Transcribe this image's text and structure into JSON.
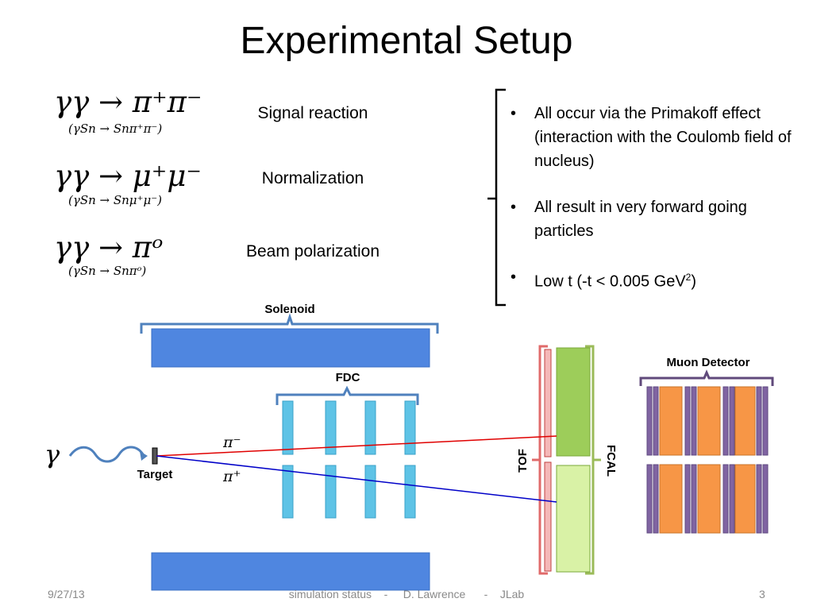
{
  "title": "Experimental Setup",
  "reactions": [
    {
      "main": "γγ → π⁺π⁻",
      "sub": "(γSn → Snπ⁺π⁻)",
      "label": "Signal reaction"
    },
    {
      "main": "γγ → μ⁺μ⁻",
      "sub": "(γSn → Snμ⁺μ⁻)",
      "label": "Normalization"
    },
    {
      "main": "γγ → πᵒ",
      "sub": "(γSn → Snπᵒ)",
      "label": "Beam polarization"
    }
  ],
  "bullets": [
    "All occur via the Primakoff effect (interaction with the Coulomb field of nucleus)",
    "All result in very forward going particles"
  ],
  "bullet_low_t": {
    "prefix": "Low t (-t < 0.005 GeV",
    "sup": "2",
    "suffix": ")"
  },
  "diagram": {
    "solenoid_label": "Solenoid",
    "fdc_label": "FDC",
    "muon_label": "Muon Detector",
    "tof_label": "TOF",
    "fcal_label": "FCAL",
    "target_label": "Target",
    "gamma_symbol": "γ",
    "pi_minus": "π⁻",
    "pi_plus": "π⁺",
    "colors": {
      "solenoid": "#4f86e0",
      "fdc": "#5ec3e6",
      "fcal": "#9dcd5a",
      "tof": "#e06a6a",
      "muon_orange": "#f79646",
      "muon_purple": "#8064a2",
      "brace_blue": "#4f81bd",
      "brace_purple": "#604a7b",
      "track_red": "#e00000",
      "track_blue": "#0000c8"
    }
  },
  "footer": {
    "date": "9/27/13",
    "center": "simulation status    -     D. Lawrence      -    JLab",
    "page": "3"
  }
}
